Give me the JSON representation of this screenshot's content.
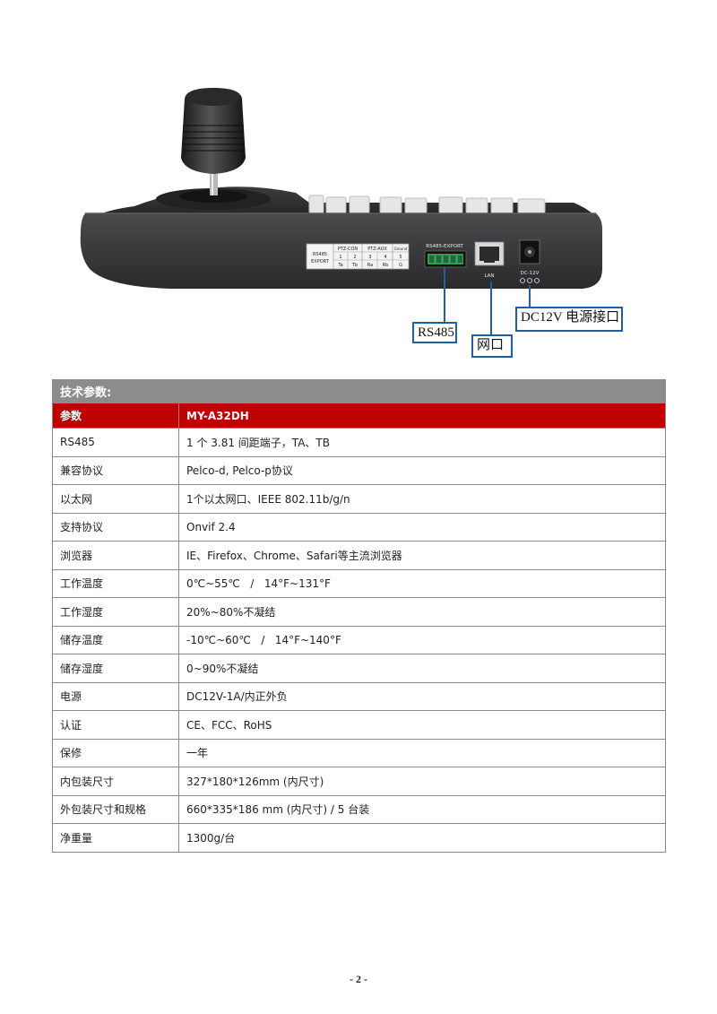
{
  "figure": {
    "panel": {
      "rs485_group": [
        "RS485",
        "EXPORT"
      ],
      "ptz_con": "PTZ-CON",
      "ptz_aux": "PTZ-AUX",
      "ground": "Ground",
      "pin_numbers": [
        "1",
        "2",
        "3",
        "4",
        "5"
      ],
      "pin_names": [
        "Ta",
        "Tb",
        "Ra",
        "Rb",
        "G"
      ],
      "rs485_export": "RS485-EXPORT",
      "lan": "LAN",
      "dc": "DC-12V"
    },
    "callouts": {
      "rs485": "RS485",
      "lan": "网口",
      "dc": "DC12V 电源接口"
    }
  },
  "spec": {
    "section_title": "技术参数:",
    "header": {
      "param": "参数",
      "model": "MY-A32DH"
    },
    "rows": [
      {
        "param": "RS485",
        "value": "1 个 3.81 间距端子，TA、TB"
      },
      {
        "param": "兼容协议",
        "value": "Pelco-d, Pelco-p协议"
      },
      {
        "param": "以太网",
        "value": "1个以太网口、IEEE 802.11b/g/n"
      },
      {
        "param": "支持协议",
        "value": "Onvif 2.4"
      },
      {
        "param": "浏览器",
        "value": "IE、Firefox、Chrome、Safari等主流浏览器"
      },
      {
        "param": "工作温度",
        "value": "0℃~55℃   /   14°F~131°F"
      },
      {
        "param": "工作湿度",
        "value": "20%~80%不凝结"
      },
      {
        "param": "储存温度",
        "value": "-10℃~60℃   /   14°F~140°F"
      },
      {
        "param": "储存湿度",
        "value": "0~90%不凝结"
      },
      {
        "param": "电源",
        "value": "DC12V-1A/内正外负"
      },
      {
        "param": "认证",
        "value": "CE、FCC、RoHS"
      },
      {
        "param": "保修",
        "value": "一年"
      },
      {
        "param": "内包装尺寸",
        "value": "327*180*126mm (内尺寸)"
      },
      {
        "param": "外包装尺寸和规格",
        "value": "660*335*186 mm (内尺寸) / 5 台装"
      },
      {
        "param": "净重量",
        "value": "1300g/台"
      }
    ]
  },
  "page_number": "- 2 -"
}
